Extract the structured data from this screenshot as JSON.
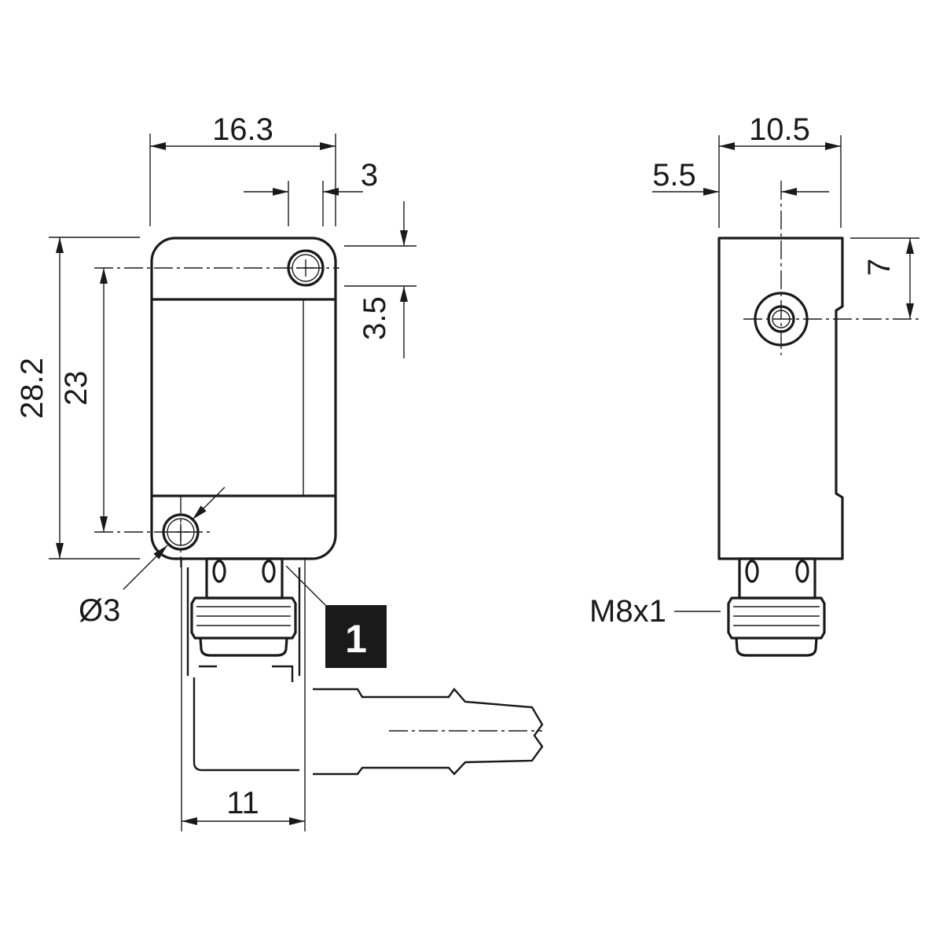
{
  "drawing": {
    "front_view": {
      "width_label": "16.3",
      "mount_offset_label": "3",
      "hole_offset_label": "3.5",
      "height_label": "28.2",
      "hole_spacing_label": "23",
      "hole_diameter_label": "Ø3",
      "plug_width_label": "11",
      "callout_number": "1"
    },
    "side_view": {
      "depth_label": "10.5",
      "center_offset_label": "5.5",
      "hole_height_label": "7",
      "thread_label": "M8x1"
    }
  }
}
